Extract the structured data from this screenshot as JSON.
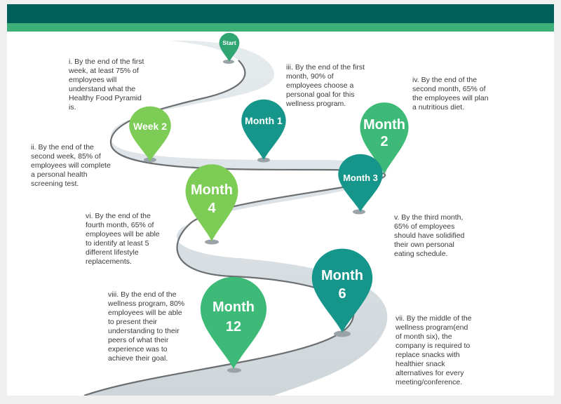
{
  "milestones": [
    {
      "id": "start",
      "lines": [
        "Start"
      ],
      "color": "#2fa574"
    },
    {
      "id": "week2",
      "lines": [
        "Week 2"
      ],
      "color": "#7ccc55"
    },
    {
      "id": "month1",
      "lines": [
        "Month 1"
      ],
      "color": "#16958a"
    },
    {
      "id": "month2",
      "lines": [
        "Month",
        "2"
      ],
      "color": "#3dba78"
    },
    {
      "id": "month3",
      "lines": [
        "Month 3"
      ],
      "color": "#16958a"
    },
    {
      "id": "month4",
      "lines": [
        "Month",
        "4"
      ],
      "color": "#7ccc55"
    },
    {
      "id": "month6",
      "lines": [
        "Month",
        "6"
      ],
      "color": "#16958a"
    },
    {
      "id": "month12",
      "lines": [
        "Month",
        "12"
      ],
      "color": "#3dba78"
    }
  ],
  "notes": [
    {
      "id": "i",
      "lines": [
        "i. By the end of the first",
        "week, at least 75% of",
        "employees will",
        "understand what the",
        "Healthy Food Pyramid",
        "is."
      ]
    },
    {
      "id": "ii",
      "lines": [
        "ii. By the end of the",
        "second week, 85% of",
        "employees will complete",
        "a personal health",
        "screening test."
      ]
    },
    {
      "id": "iii",
      "lines": [
        "iii. By the end of the first",
        "month, 90% of",
        "employees choose a",
        "personal goal for this",
        "wellness program."
      ]
    },
    {
      "id": "iv",
      "lines": [
        "iv. By the end of the",
        "second month, 65% of",
        "the employees will plan",
        "a nutritious diet."
      ]
    },
    {
      "id": "v",
      "lines": [
        "v. By the third month,",
        "65% of employees",
        "should have solidified",
        "their own personal",
        "eating schedule."
      ]
    },
    {
      "id": "vi",
      "lines": [
        "vi. By the end of the",
        "fourth month, 65% of",
        "employees will be able",
        "to identify at least 5",
        "different lifestyle",
        "replacements."
      ]
    },
    {
      "id": "vii",
      "lines": [
        "vii. By the middle of the",
        "wellness program(end",
        "of month six), the",
        "company is required to",
        "replace snacks with",
        "healthier snack",
        "alternatives for every",
        "meeting/conference."
      ]
    },
    {
      "id": "viii",
      "lines": [
        "viii. By the end of the",
        "wellness program, 80%",
        "employees will be able",
        "to present their",
        "understanding to their",
        "peers of what their",
        "experience was to",
        "achieve their goal."
      ]
    }
  ],
  "colors": {
    "header_dark": "#005f5a",
    "header_light": "#3daf78",
    "road": "#dde3e6",
    "road_edge": "#6b6f72"
  }
}
